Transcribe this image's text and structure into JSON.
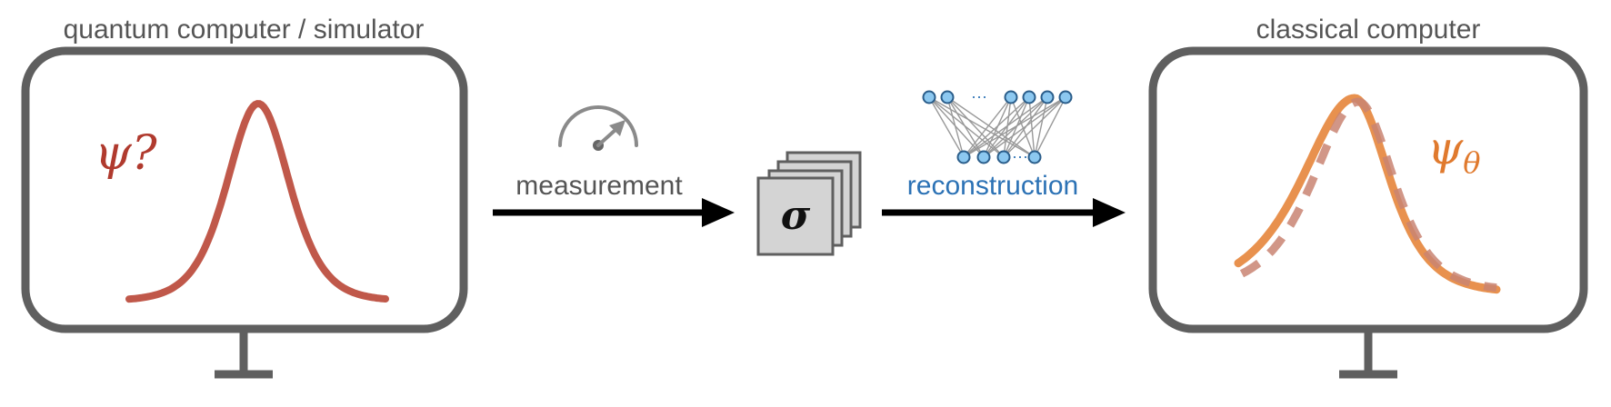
{
  "left_panel": {
    "title": "quantum computer / simulator",
    "symbol": "ψ?",
    "curve_color": "#c0584a",
    "symbol_color": "#b03a2e"
  },
  "measurement": {
    "label": "measurement",
    "icon": "gauge-icon"
  },
  "samples": {
    "symbol": "σ",
    "icon": "stacked-cards-icon"
  },
  "reconstruction": {
    "label": "reconstruction",
    "label_color": "#2c72b5",
    "network_icon": "neural-network-icon",
    "ellipsis": "···",
    "node_color": "#8cc8f0"
  },
  "right_panel": {
    "title": "classical computer",
    "symbol": "ψ",
    "subscript": "θ",
    "curve_color": "#e8914e",
    "dash_color": "#c98472",
    "symbol_color": "#e07a2e"
  },
  "colors": {
    "frame": "#5f5f5f",
    "text": "#555555",
    "arrow": "#000000"
  }
}
